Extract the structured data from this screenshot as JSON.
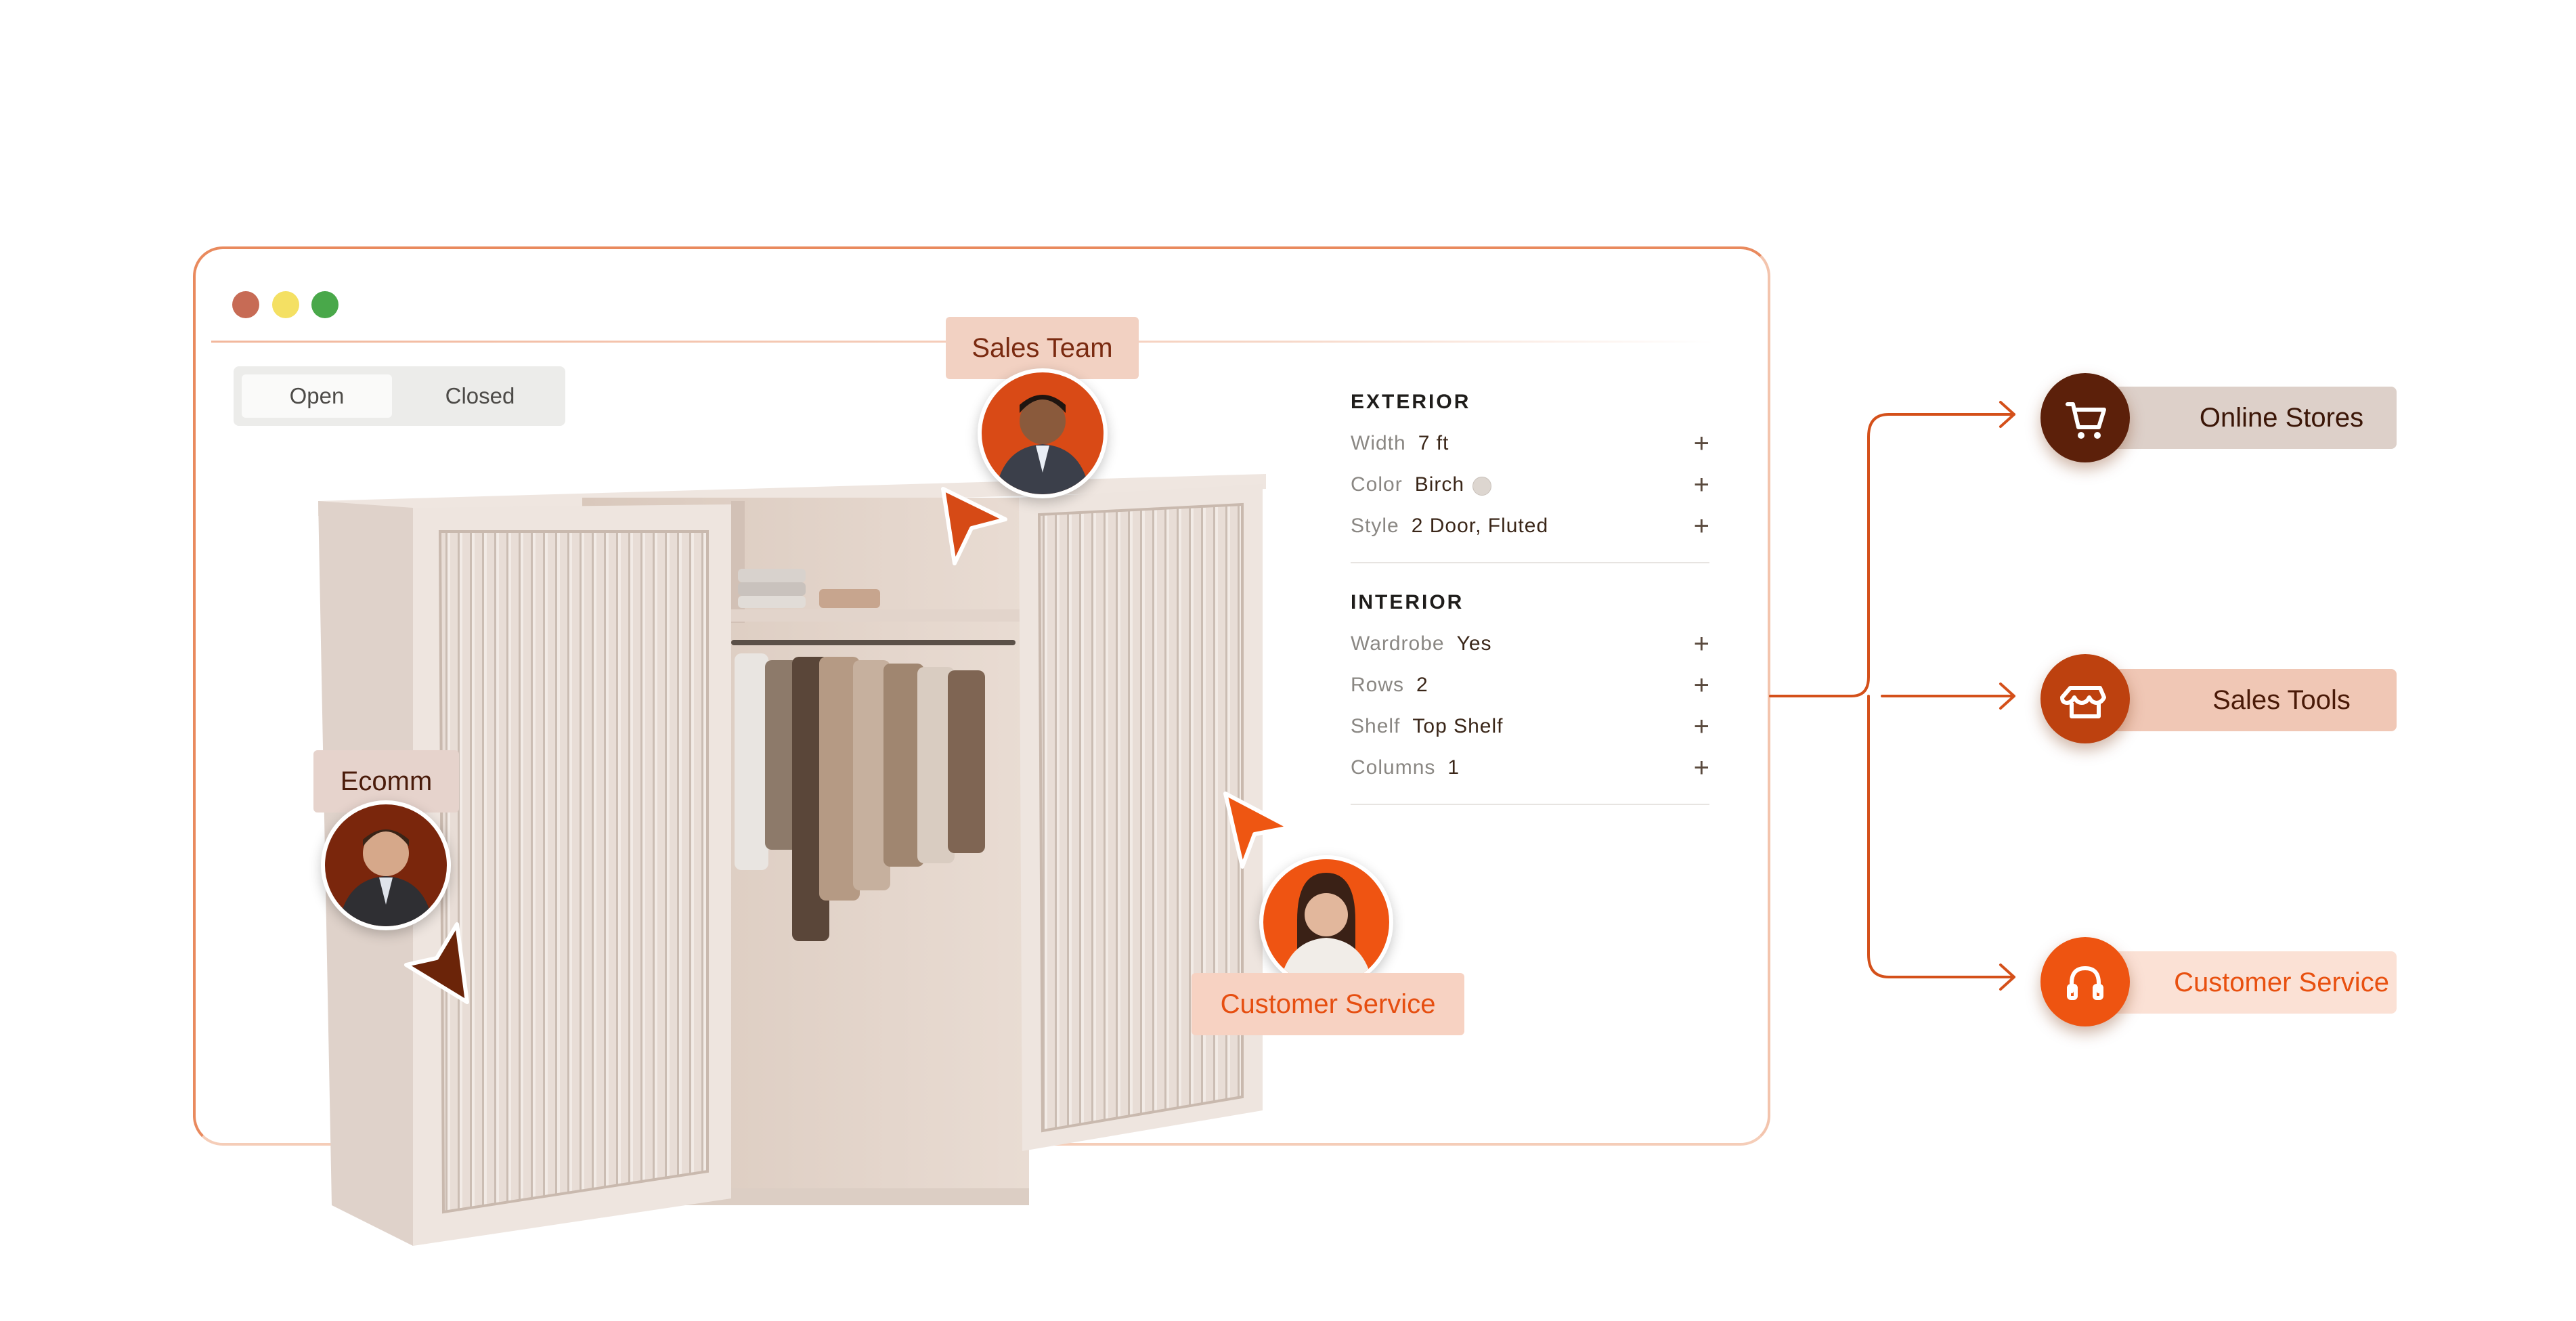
{
  "window": {
    "traffic_lights": [
      "#c76b55",
      "#f4e063",
      "#49a84a"
    ]
  },
  "view_toggle": {
    "options": [
      "Open",
      "Closed"
    ],
    "selected": "Open"
  },
  "exterior": {
    "title": "EXTERIOR",
    "rows": [
      {
        "key": "Width",
        "value": "7 ft"
      },
      {
        "key": "Color",
        "value": "Birch"
      },
      {
        "key": "Style",
        "value": "2 Door, Fluted"
      }
    ]
  },
  "interior": {
    "title": "INTERIOR",
    "rows": [
      {
        "key": "Wardrobe",
        "value": "Yes"
      },
      {
        "key": "Rows",
        "value": "2"
      },
      {
        "key": "Shelf",
        "value": "Top Shelf"
      },
      {
        "key": "Columns",
        "value": "1"
      }
    ]
  },
  "personas": {
    "sales_team": "Sales Team",
    "ecomm": "Ecomm",
    "customer_service": "Customer Service"
  },
  "channels": [
    {
      "label": "Online Stores",
      "icon": "shopping-cart-icon"
    },
    {
      "label": "Sales Tools",
      "icon": "storefront-icon"
    },
    {
      "label": "Customer Service",
      "icon": "headphones-icon"
    }
  ],
  "colors": {
    "accent": "#e94f10",
    "dark_brown": "#5a220c",
    "rust": "#b8400f",
    "birch_swatch": "#ddd6d0"
  }
}
